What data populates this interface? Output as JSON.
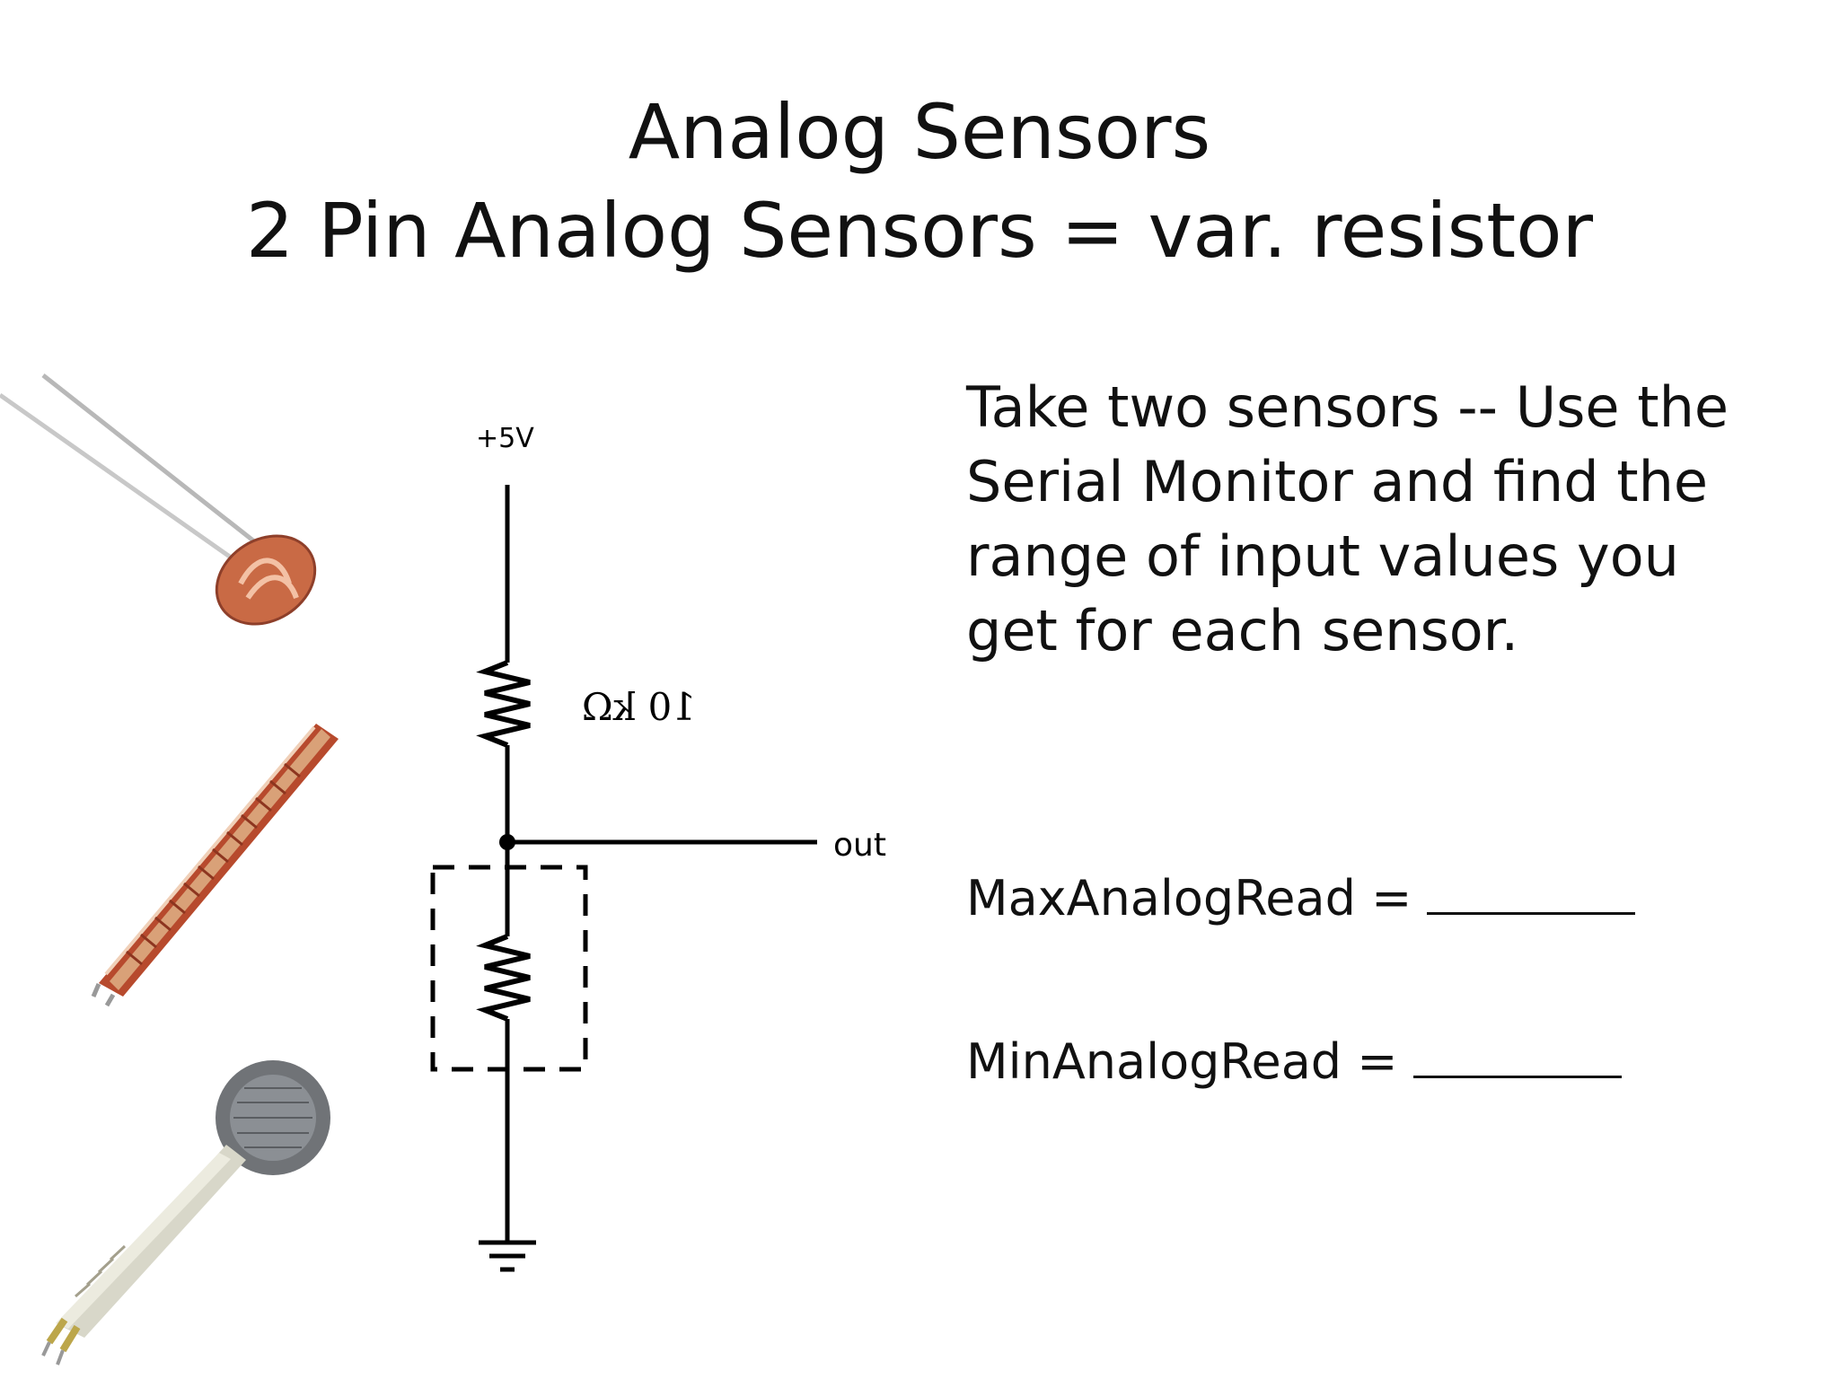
{
  "slide": {
    "title_line_1": "Analog Sensors",
    "title_line_2": "2 Pin Analog Sensors = var. resistor",
    "instructions": "Take two sensors -- Use the Serial Monitor and find the range of input values you get for each sensor.",
    "max_label": "MaxAnalogRead = ",
    "min_label": "MinAnalogRead = "
  },
  "circuit": {
    "supply_label": "+5V",
    "resistor_label": "10 kΩ",
    "output_label": "out"
  },
  "sensors": [
    "photoresistor-icon",
    "flex-sensor-icon",
    "force-sensitive-resistor-icon"
  ],
  "colors": {
    "background": "#ffffff",
    "text": "#111111",
    "wire": "#000000",
    "ldr_body": "#c96a45",
    "flex_strip": "#b74a2d",
    "fsr_disc": "#5f6266"
  }
}
